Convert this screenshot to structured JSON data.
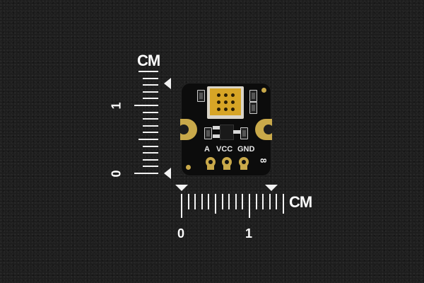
{
  "scene": {
    "description": "Product photo of a small black sensor breakout board on textured dark background with centimeter rulers",
    "background_color": "#1d1d1d"
  },
  "vertical_ruler": {
    "unit_label": "CM",
    "labels": [
      "1",
      "0"
    ],
    "tick_count": 16,
    "tick_spacing_px": 9.6
  },
  "horizontal_ruler": {
    "unit_label": "CM",
    "labels": [
      "0",
      "1"
    ],
    "tick_count": 16,
    "tick_spacing_px": 9.6
  },
  "board": {
    "color": "#0c0c0c",
    "gold_color": "#c9a94a",
    "sensor_color": "#d7a526",
    "pin_labels": [
      "A",
      "VCC",
      "GND"
    ],
    "corner_mark": "8",
    "sensor_dot_grid": "3x3"
  }
}
